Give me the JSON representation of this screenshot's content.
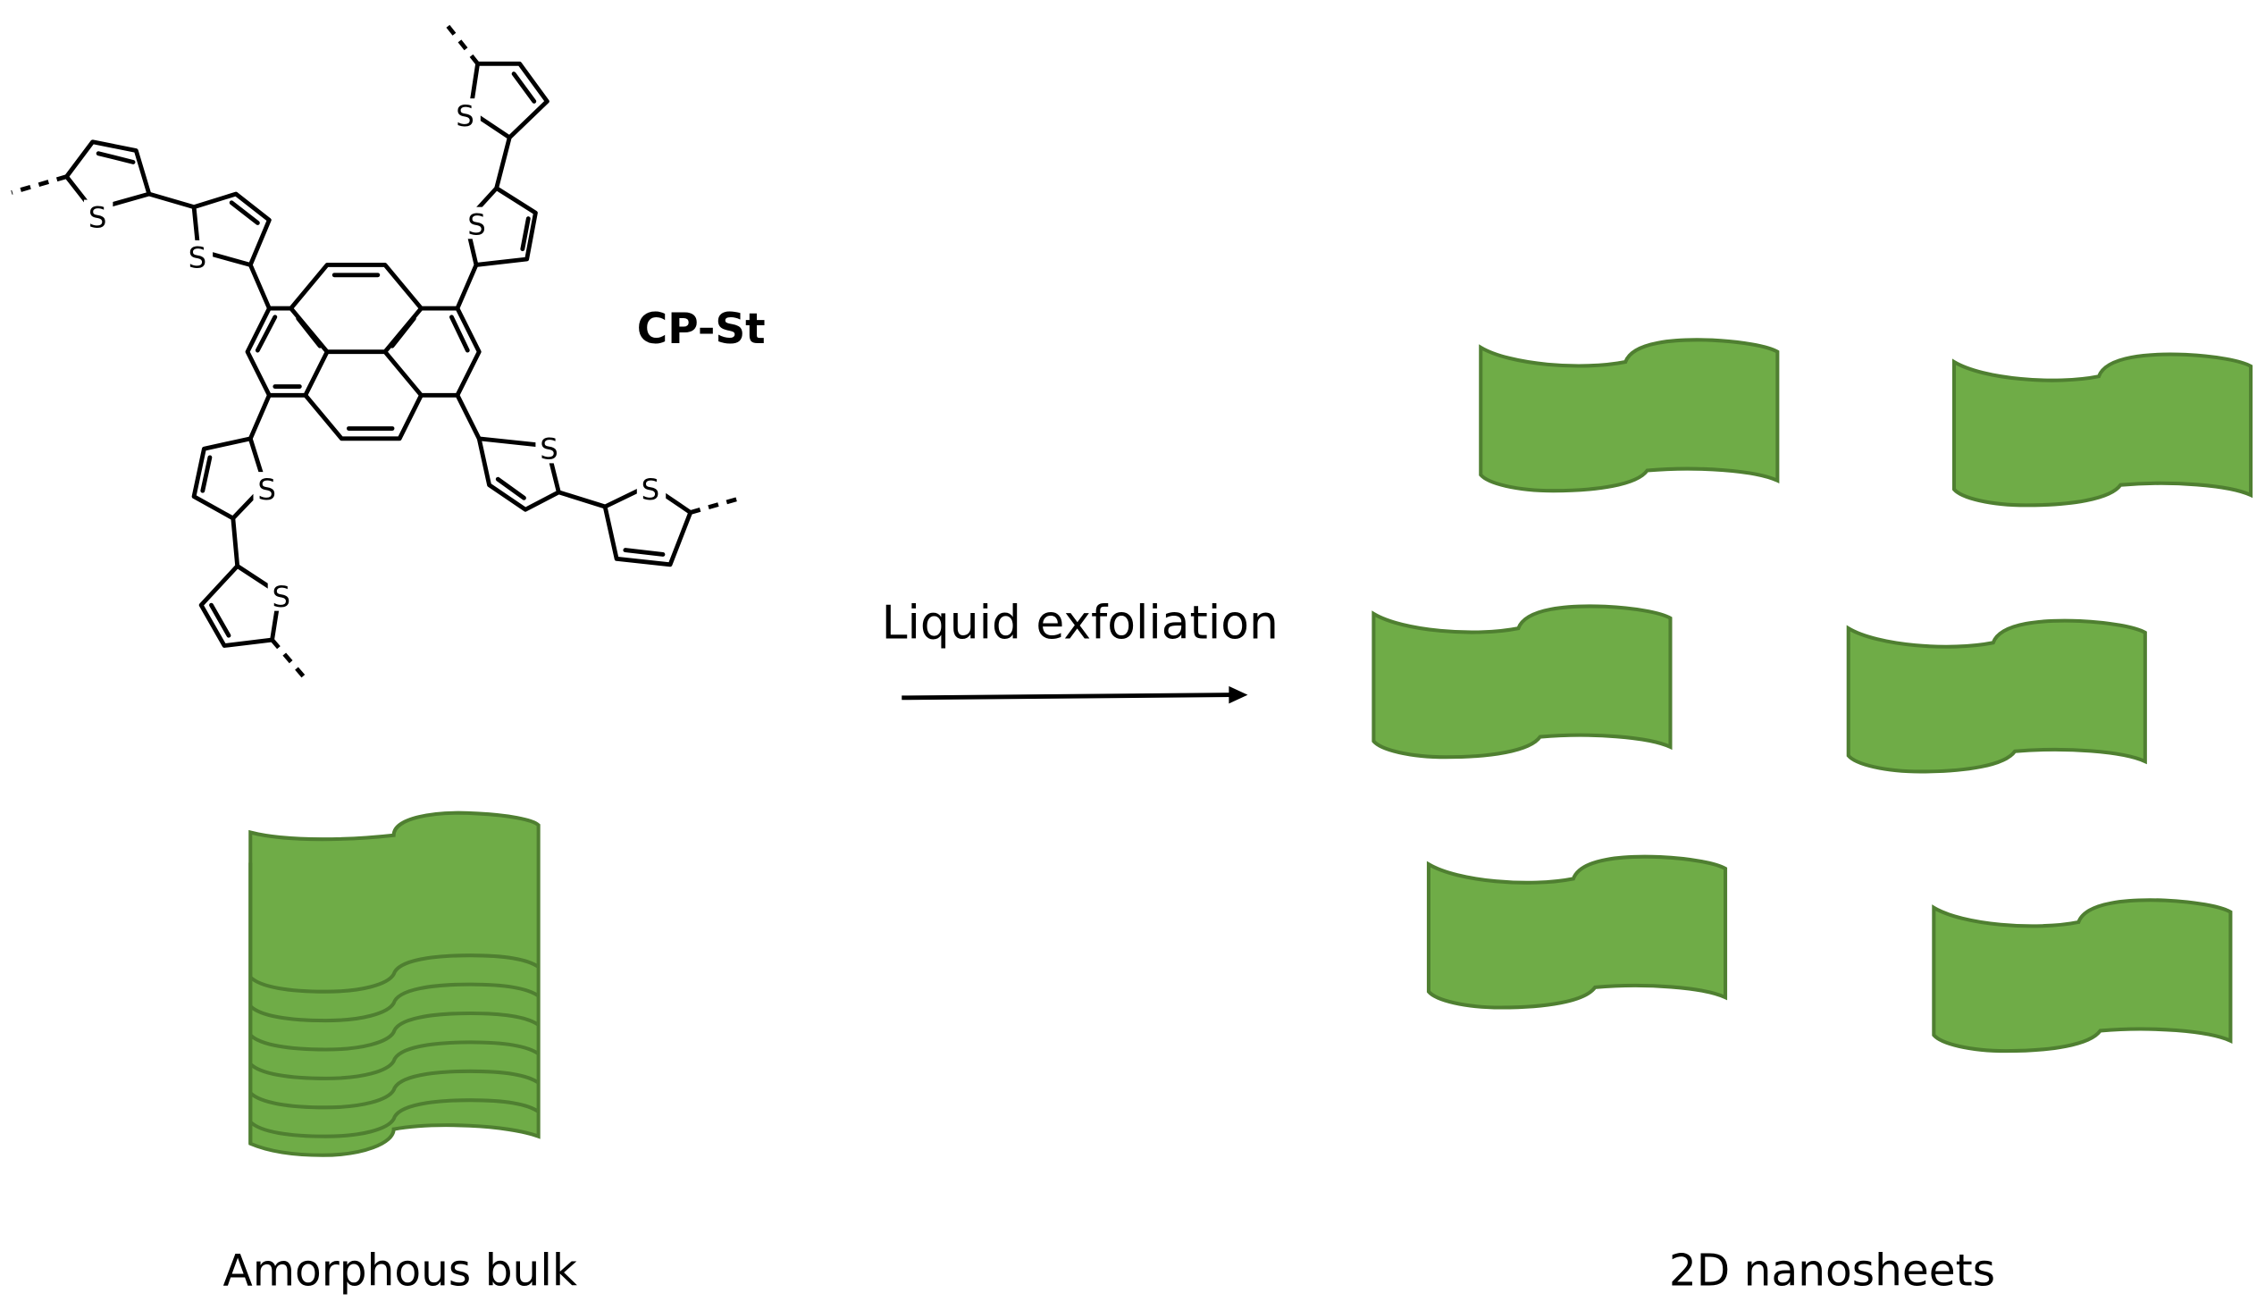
{
  "compound_label": "CP-St",
  "arrow_label": "Liquid exfoliation",
  "left_caption": "Amorphous bulk",
  "right_caption": "2D nanosheets",
  "atom_label": "S",
  "sheet_color": "#6fac47",
  "sheet_count": 6,
  "bulk_layer_count": 6
}
